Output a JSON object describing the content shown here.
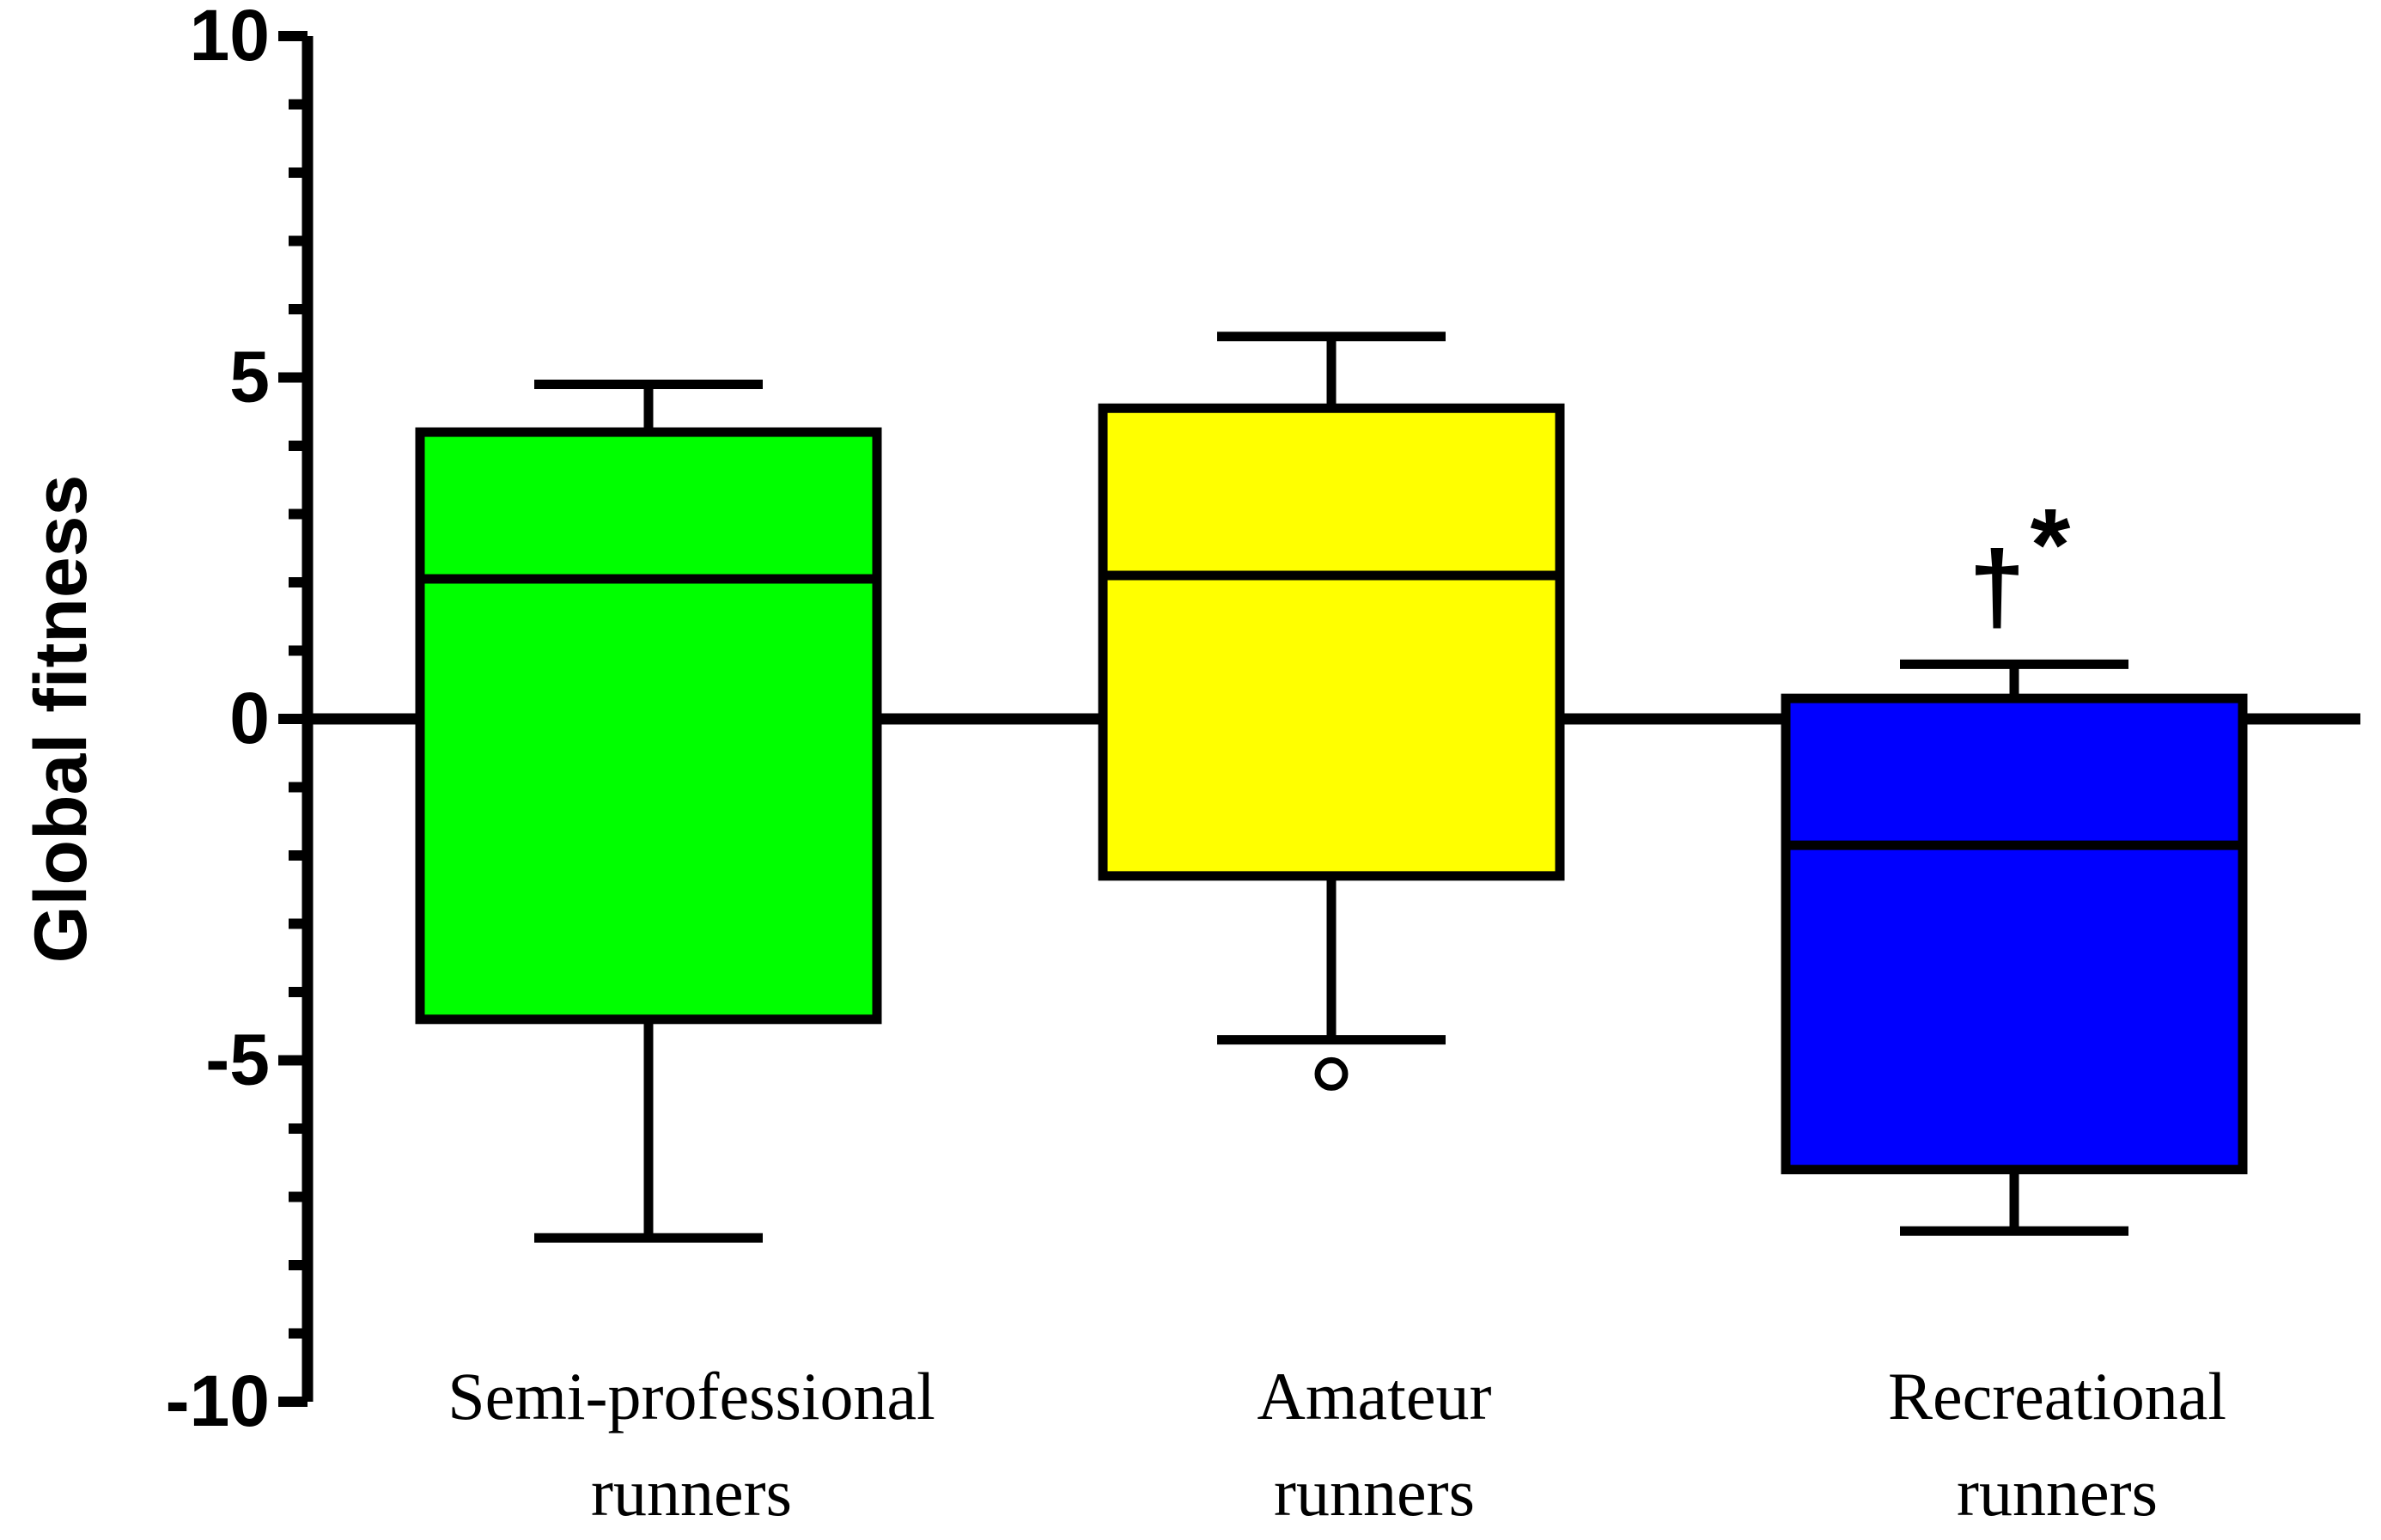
{
  "chart_data": {
    "type": "boxplot",
    "title": "",
    "xlabel": "",
    "ylabel": "Global fitness",
    "ylim": [
      -10,
      10
    ],
    "yticks": [
      {
        "value": 10,
        "label": "10"
      },
      {
        "value": 5,
        "label": "5"
      },
      {
        "value": 0,
        "label": "0"
      },
      {
        "value": -5,
        "label": "-5"
      },
      {
        "value": -10,
        "label": "-10"
      }
    ],
    "minor_tick_step": 1,
    "reference_line": 0,
    "grid": false,
    "legend": "none",
    "series": [
      {
        "label_lines": [
          "Semi-professional",
          "runners"
        ],
        "color": "#00ff00",
        "whisker_low": -7.6,
        "q1": -4.4,
        "median": 2.05,
        "q3": 4.2,
        "whisker_high": 4.9,
        "outliers": [],
        "annotation": ""
      },
      {
        "label_lines": [
          "Amateur",
          "runners"
        ],
        "color": "#ffff00",
        "whisker_low": -4.7,
        "q1": -2.3,
        "median": 2.1,
        "q3": 4.55,
        "whisker_high": 5.6,
        "outliers": [
          -5.2
        ],
        "annotation": ""
      },
      {
        "label_lines": [
          "Recreational",
          "runners"
        ],
        "color": "#0000ff",
        "whisker_low": -7.5,
        "q1": -6.6,
        "median": -1.85,
        "q3": 0.3,
        "whisker_high": 0.8,
        "outliers": [],
        "annotation": "†*"
      }
    ]
  }
}
